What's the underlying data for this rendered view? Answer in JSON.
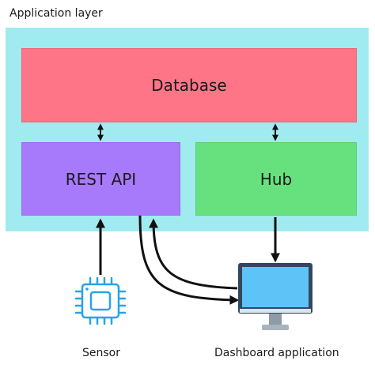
{
  "layer": {
    "title": "Application layer"
  },
  "boxes": {
    "database": "Database",
    "rest_api": "REST API",
    "hub": "Hub"
  },
  "devices": {
    "sensor": {
      "label": "Sensor",
      "icon": "microchip-icon"
    },
    "dashboard": {
      "label": "Dashboard application",
      "icon": "monitor-icon"
    }
  },
  "colors": {
    "application_layer": "#a0ebef",
    "database": "#fe7587",
    "rest_api": "#a779fb",
    "hub": "#67e07e",
    "chip": "#29a3e6",
    "monitor_frame": "#32475f",
    "monitor_screen": "#5ec3f7",
    "monitor_stand": "#9aa5b1",
    "arrow": "#111111"
  }
}
